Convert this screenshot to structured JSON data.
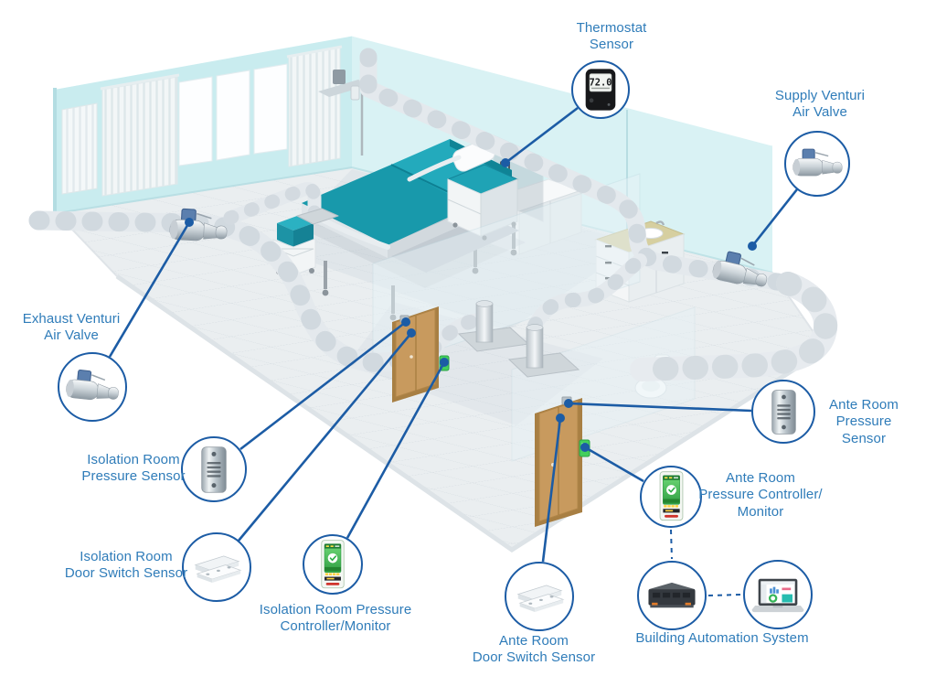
{
  "scene": {
    "thermostat_display": "72.0"
  },
  "colors": {
    "label_text": "#2f7cb9",
    "callout_line": "#1c5ca5",
    "wall_teal": "#cdecf0",
    "bed_teal": "#1899ab",
    "door_wood": "#c89a5e",
    "panel_green": "#43cf5c"
  },
  "callouts": {
    "thermostat": {
      "label": "Thermostat\nSensor"
    },
    "supply_venturi": {
      "label": "Supply Venturi\nAir Valve"
    },
    "exhaust_venturi": {
      "label": "Exhaust Venturi\nAir Valve"
    },
    "iso_pressure_sensor": {
      "label": "Isolation Room\nPressure Sensor"
    },
    "iso_door_switch": {
      "label": "Isolation Room\nDoor Switch Sensor"
    },
    "iso_controller": {
      "label": "Isolation Room Pressure\nController/Monitor"
    },
    "ante_door_switch": {
      "label": "Ante Room\nDoor Switch Sensor"
    },
    "ante_pressure_sensor": {
      "label": "Ante Room\nPressure Sensor"
    },
    "ante_controller": {
      "label": "Ante Room\nPressure Controller/\nMonitor"
    },
    "bas": {
      "label": "Building Automation System"
    }
  }
}
